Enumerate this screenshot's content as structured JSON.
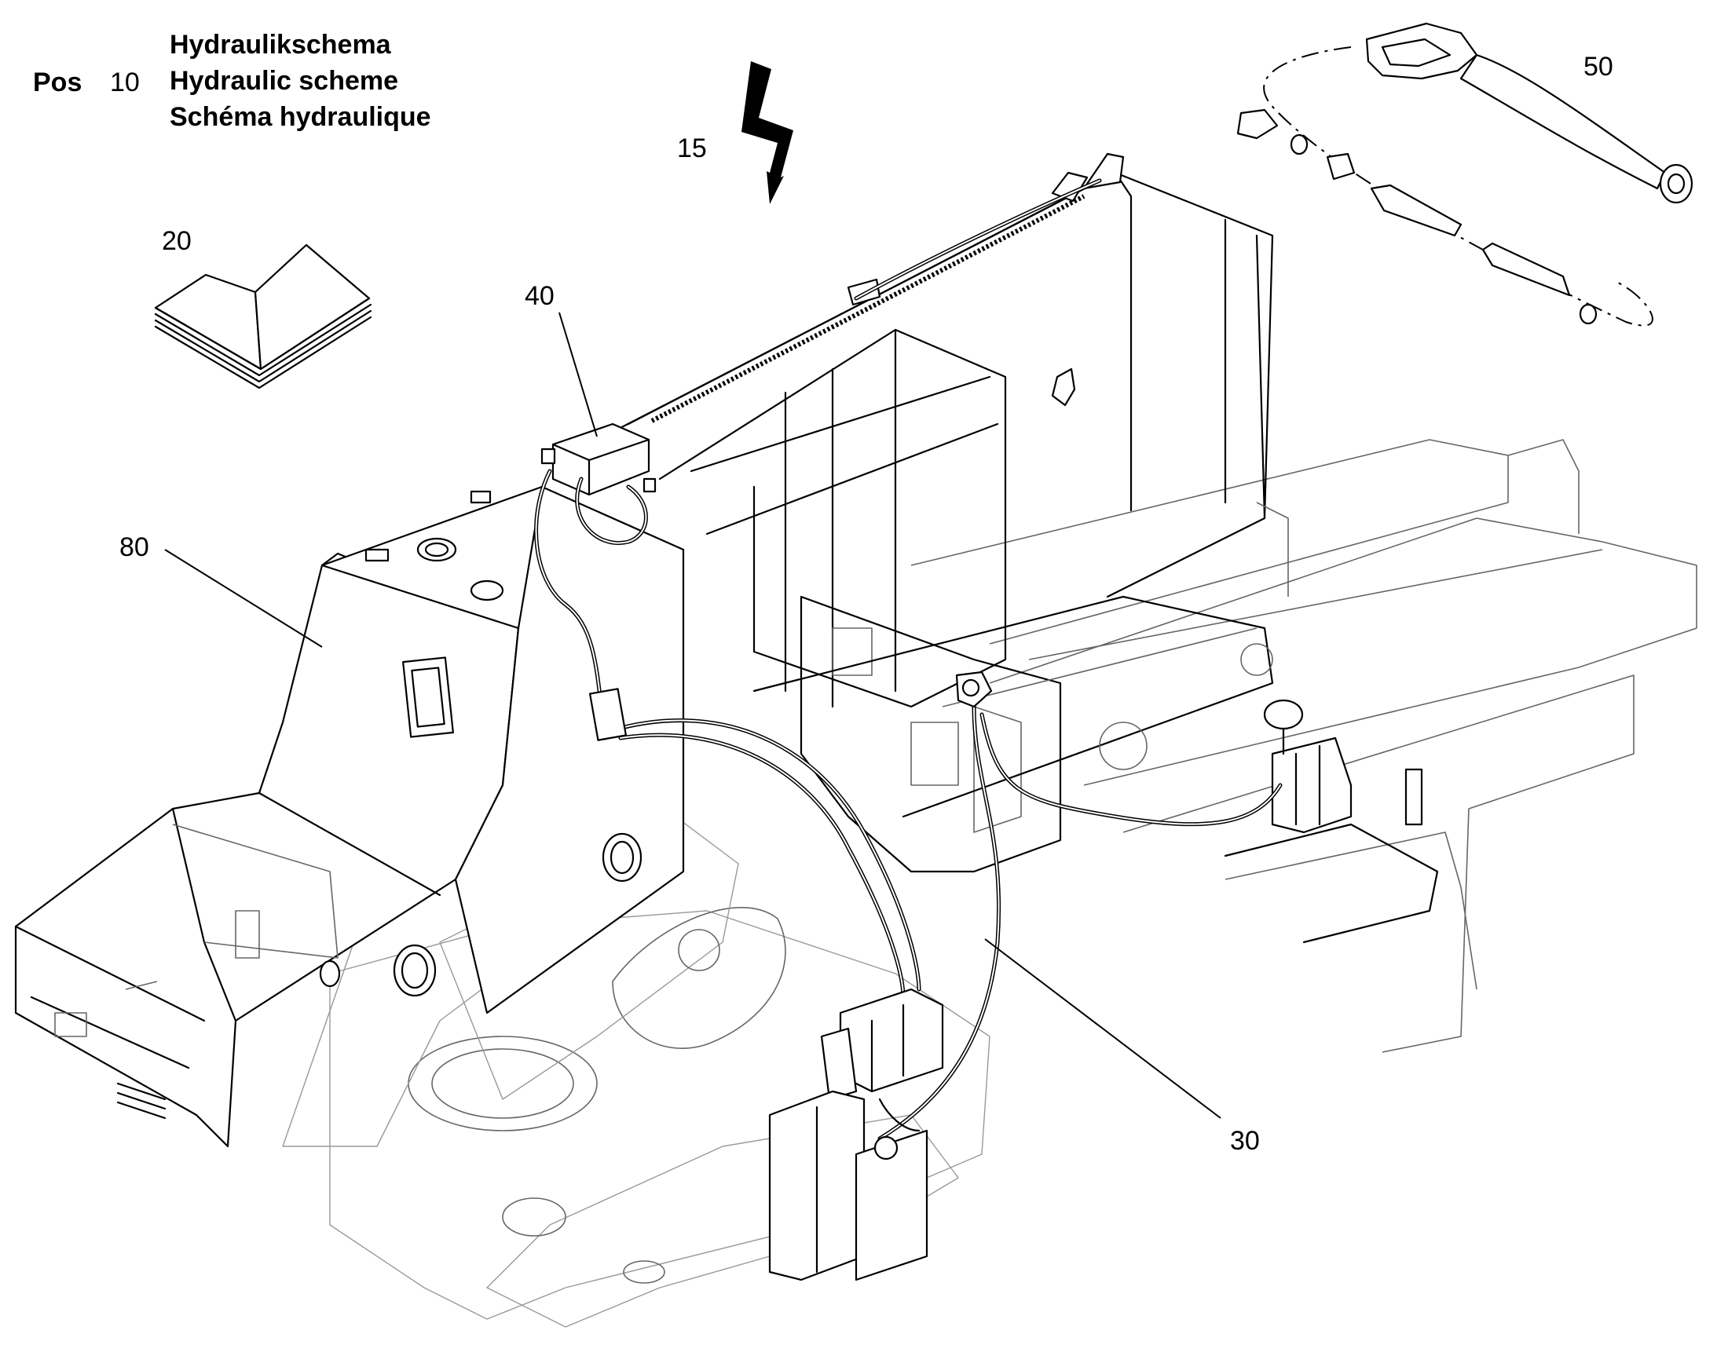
{
  "header": {
    "pos_label": "Pos",
    "pos_number": "10",
    "title_de": "Hydraulikschema",
    "title_en": "Hydraulic scheme",
    "title_fr": "Schéma hydraulique"
  },
  "callouts": {
    "electrical": "15",
    "manual": "20",
    "hose_assembly": "30",
    "valve_block": "40",
    "grease_gun": "50",
    "cab_housing": "80"
  }
}
